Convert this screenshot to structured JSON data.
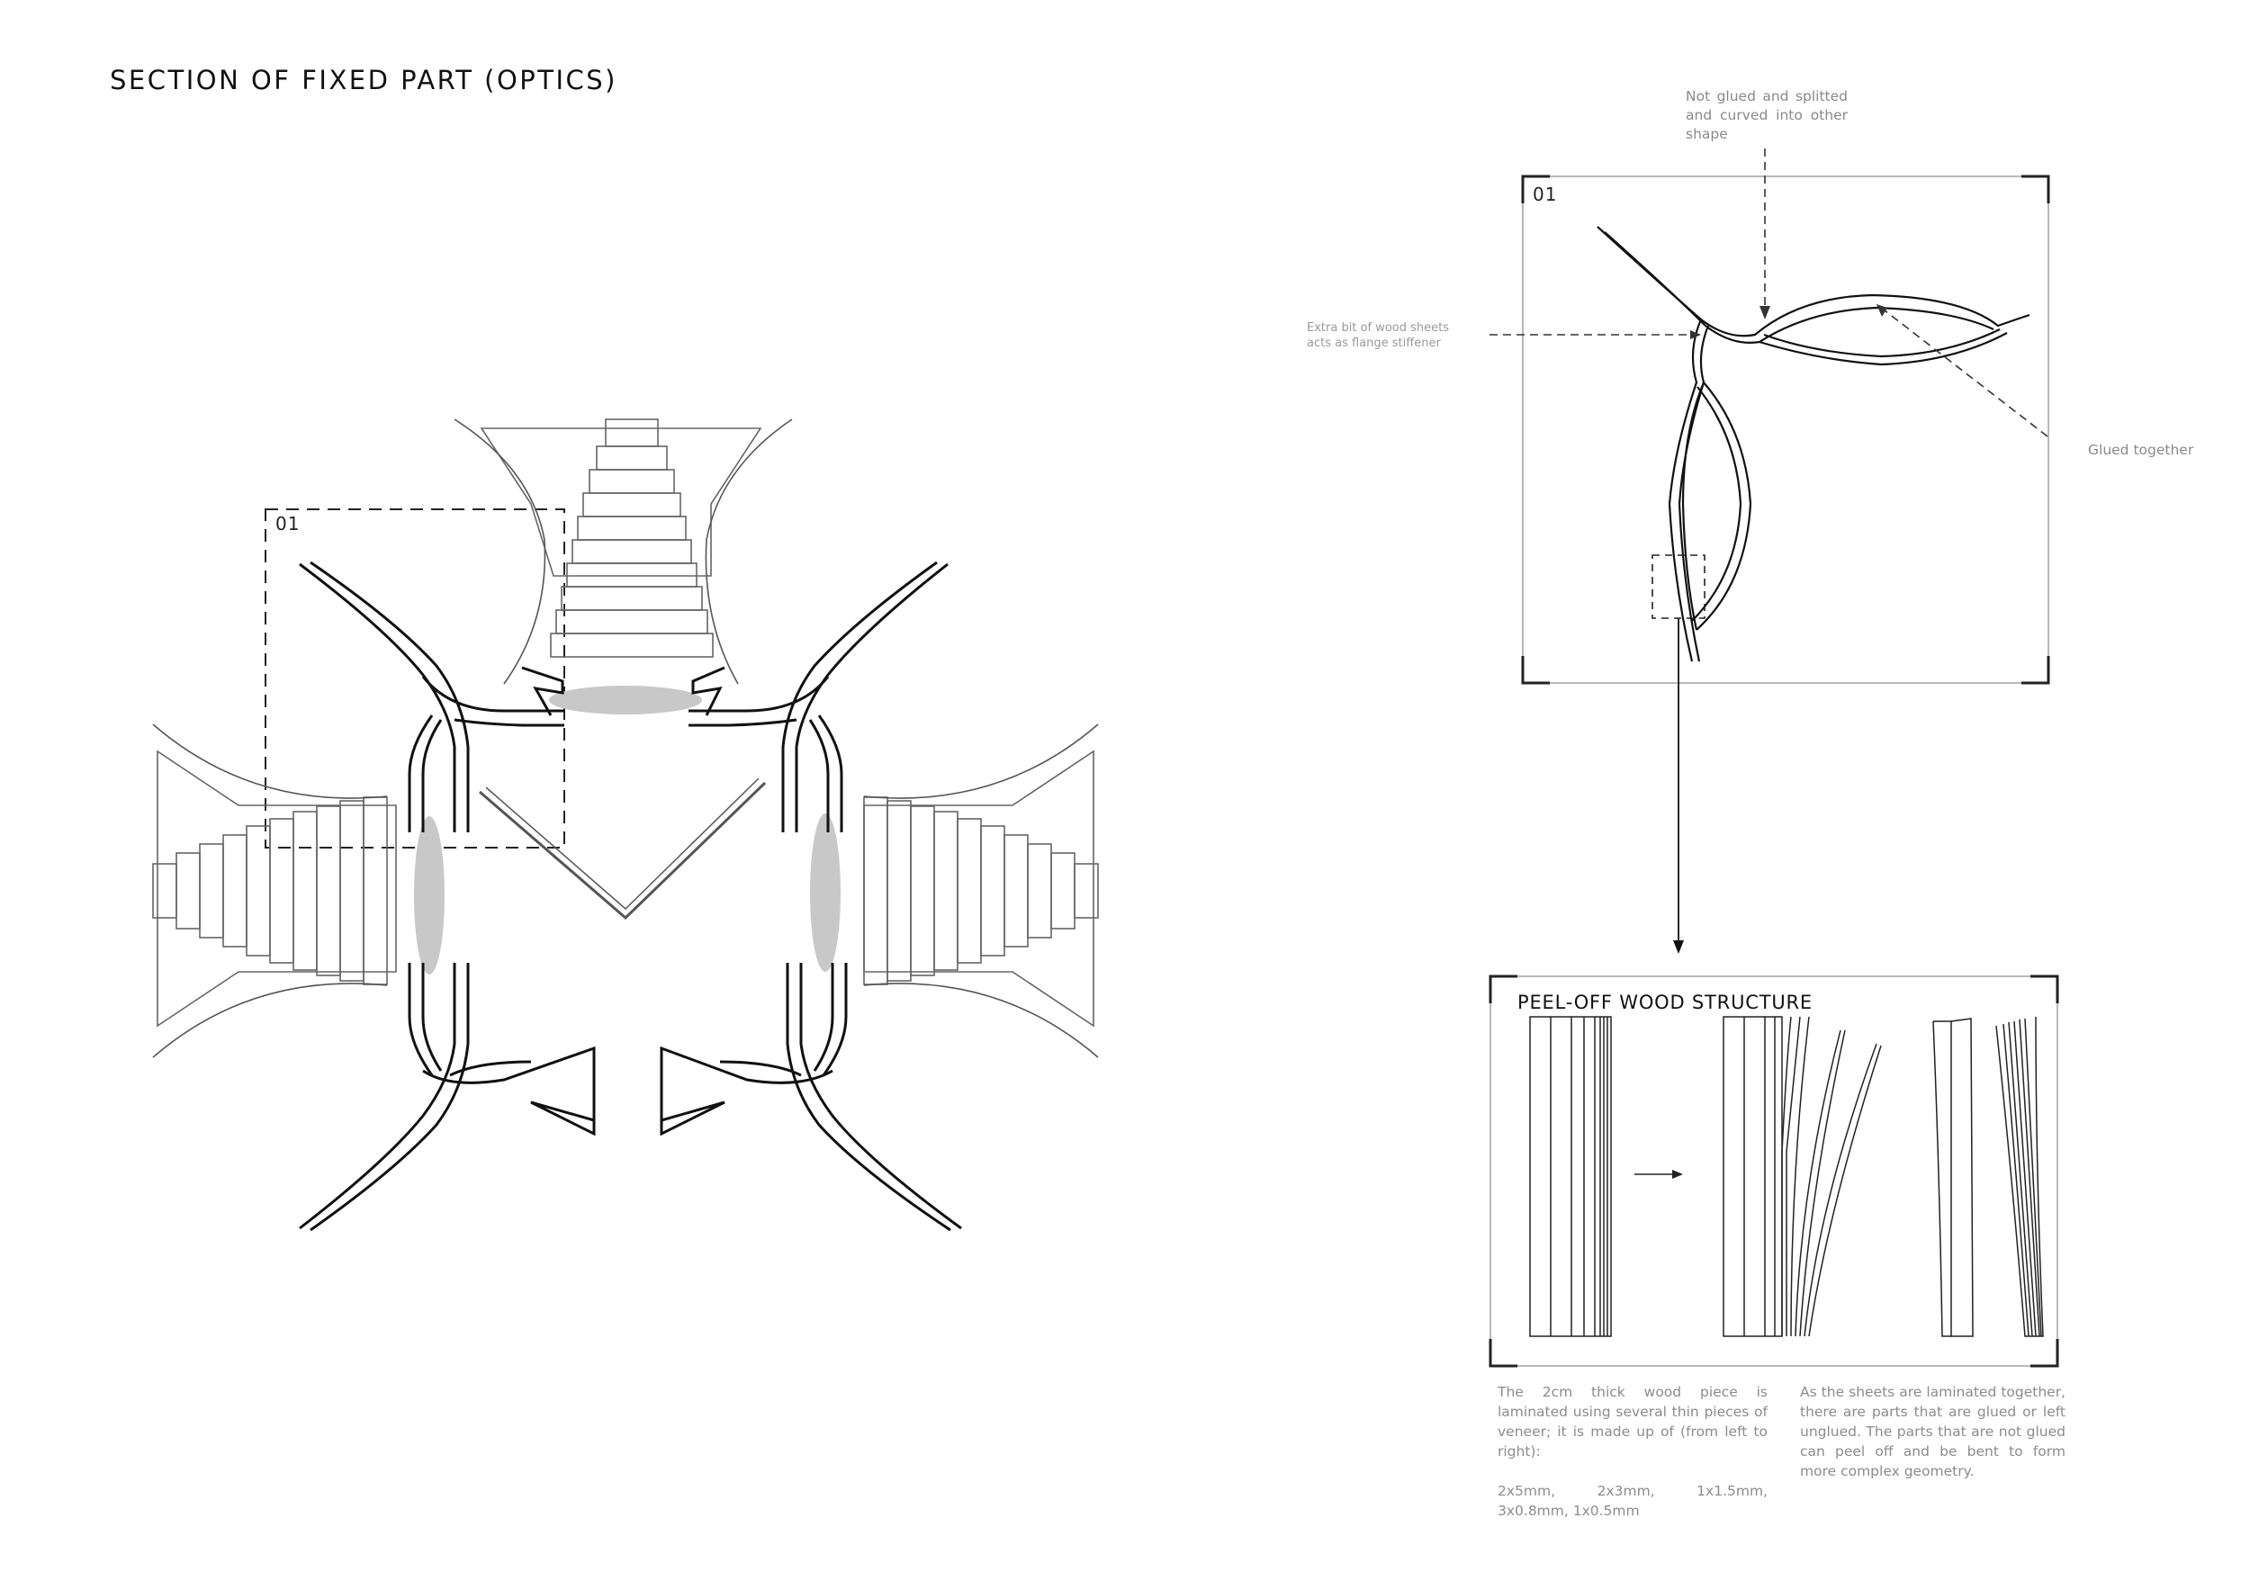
{
  "title": "SECTION OF FIXED PART (OPTICS)",
  "detail_tag": "01",
  "annotations": {
    "not_glued": "Not glued and splitted and curved into other shape",
    "extra_bit": "Extra bit of wood sheets acts as flange stiffener",
    "glued_together": "Glued together"
  },
  "peel_off": {
    "title": "PEEL-OFF WOOD STRUCTURE",
    "left_text": "The 2cm thick wood piece is laminated using several thin pieces of veneer; it is made up of (from left to right):",
    "left_list": "2x5mm, 2x3mm, 1x1.5mm, 3x0.8mm, 1x0.5mm",
    "right_text": "As the sheets are laminated together, there are parts that are glued or left unglued. The parts that are not glued can peel off and be bent to form more complex geometry."
  },
  "colors": {
    "lens": "#c8c8c8",
    "line": "#111111",
    "annotation": "#8a8a8a",
    "frame": "#999999"
  }
}
